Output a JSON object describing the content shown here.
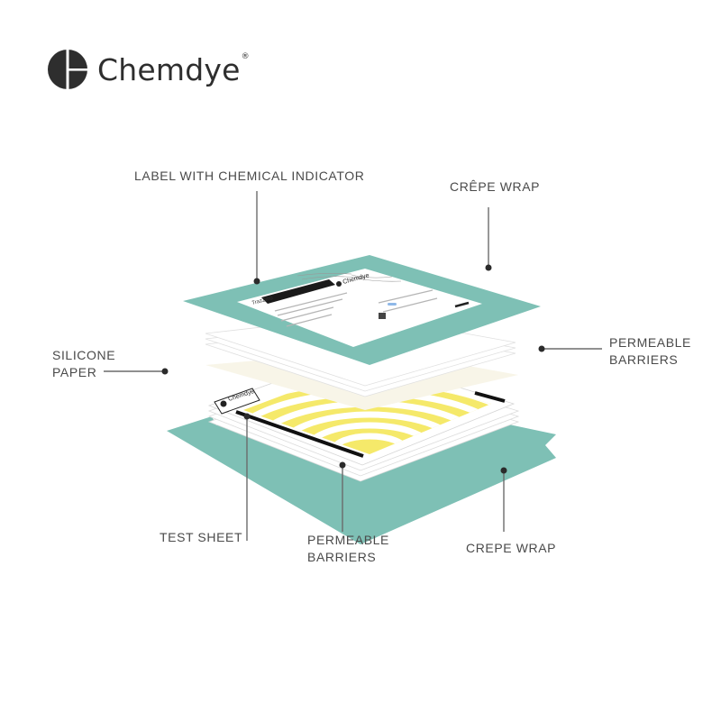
{
  "brand": {
    "name": "Chemdye",
    "registered_mark": "®",
    "icon": "chemdye-logo-icon"
  },
  "colors": {
    "crepe_wrap": "#7ec0b5",
    "silicone_paper": "#f8f5e8",
    "indicator_yellow": "#f5e96a",
    "leader_line": "#6b6b6b",
    "text": "#4a4a4a"
  },
  "callouts": {
    "label_with_indicator": "LABEL WITH CHEMICAL INDICATOR",
    "crepe_wrap_top": "CRÊPE WRAP",
    "silicone_paper": [
      "SILICONE",
      "PAPER"
    ],
    "permeable_barriers_top": [
      "PERMEABLE",
      "BARRIERS"
    ],
    "test_sheet": "TEST SHEET",
    "permeable_barriers_bottom": [
      "PERMEABLE",
      "BARRIERS"
    ],
    "crepe_wrap_bottom": "CREPE WRAP"
  },
  "label_artwork": {
    "brand_text": "Chemdye",
    "product_text": "TrazZmo"
  },
  "test_sheet_artwork": {
    "brand_text": "Chemdye"
  }
}
